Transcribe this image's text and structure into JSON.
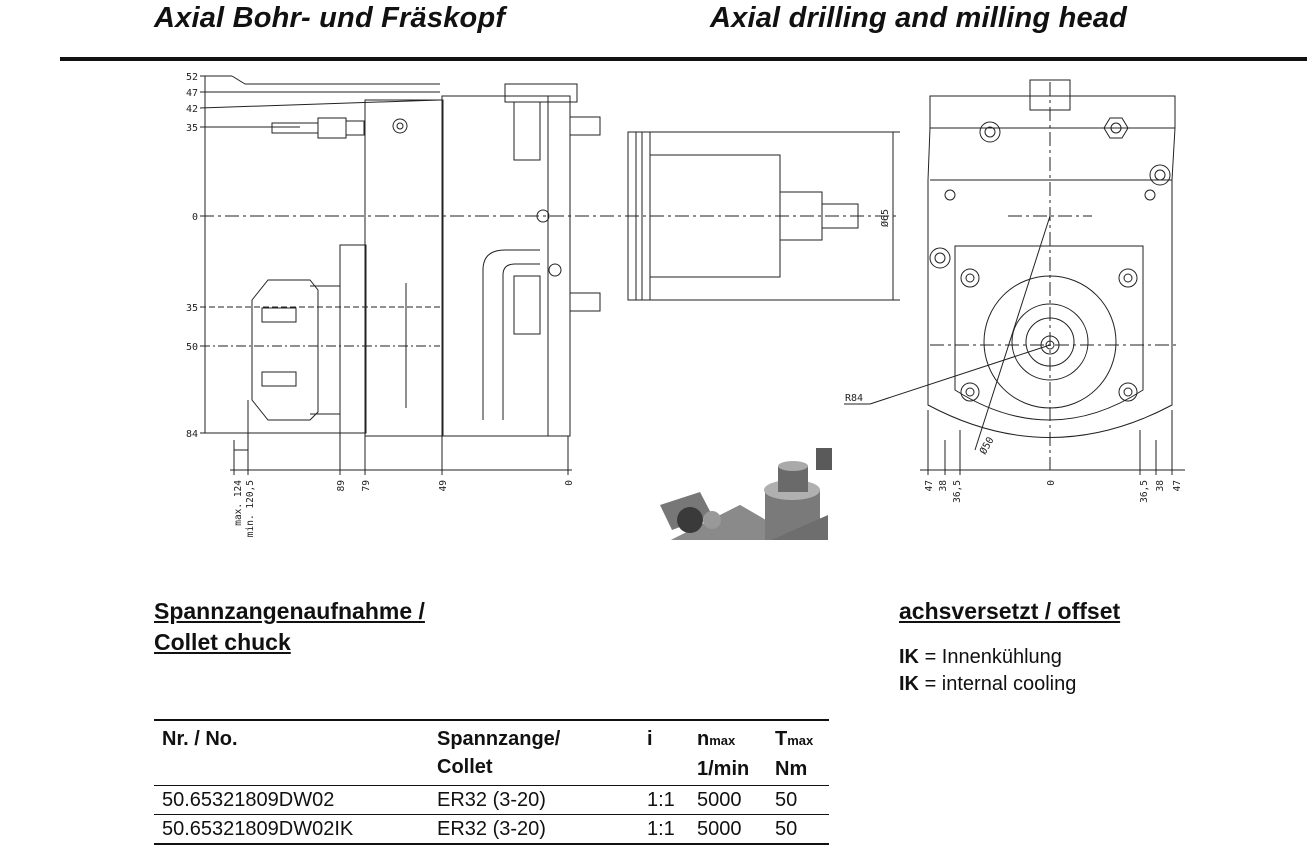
{
  "header": {
    "title_de": "Axial Bohr- und Fräskopf",
    "title_en": "Axial drilling and milling head"
  },
  "side_view_dims": {
    "vertical": [
      "52",
      "47",
      "42",
      "35",
      "0",
      "35",
      "50",
      "84"
    ],
    "horizontal": [
      "max. 124",
      "min. 120,5",
      "89",
      "79",
      "49",
      "0"
    ],
    "diameter": "Ø65"
  },
  "front_view_dims": {
    "radius": "R84",
    "diameter": "Ø50",
    "horizontal": [
      "47",
      "38",
      "36,5",
      "0",
      "36,5",
      "38",
      "47"
    ]
  },
  "sections": {
    "collet_heading_1": "Spannzangenaufnahme /",
    "collet_heading_2": "Collet chuck",
    "offset_heading": "achsversetzt / offset"
  },
  "legend": {
    "ik_1_key": "IK",
    "ik_1_text": "= Innenkühlung",
    "ik_2_key": "IK",
    "ik_2_text": "= internal cooling"
  },
  "table": {
    "headers": {
      "no": "Nr. / No.",
      "collet_1": "Spannzange/",
      "collet_2": "Collet",
      "i": "i",
      "n": "n",
      "n_sub": "max",
      "n_unit": "1/min",
      "t": "T",
      "t_sub": "max",
      "t_unit": "Nm"
    },
    "rows": [
      {
        "no": "50.65321809DW02",
        "collet": "ER32 (3-20)",
        "i": "1:1",
        "n": "5000",
        "t": "50"
      },
      {
        "no": "50.65321809DW02IK",
        "collet": "ER32 (3-20)",
        "i": "1:1",
        "n": "5000",
        "t": "50"
      }
    ]
  }
}
